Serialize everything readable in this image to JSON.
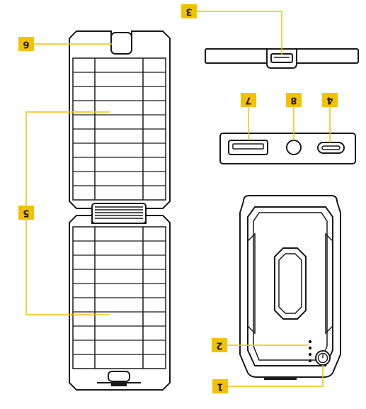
{
  "callouts": {
    "c1": "1",
    "c2": "2",
    "c3": "3",
    "c4": "4",
    "c5": "5",
    "c6": "6",
    "c7": "7",
    "c8": "8"
  },
  "colors": {
    "callout_fill": "#f2c200",
    "leader_line": "#f2c200",
    "outline": "#1a1a1a",
    "background": "#ffffff"
  }
}
